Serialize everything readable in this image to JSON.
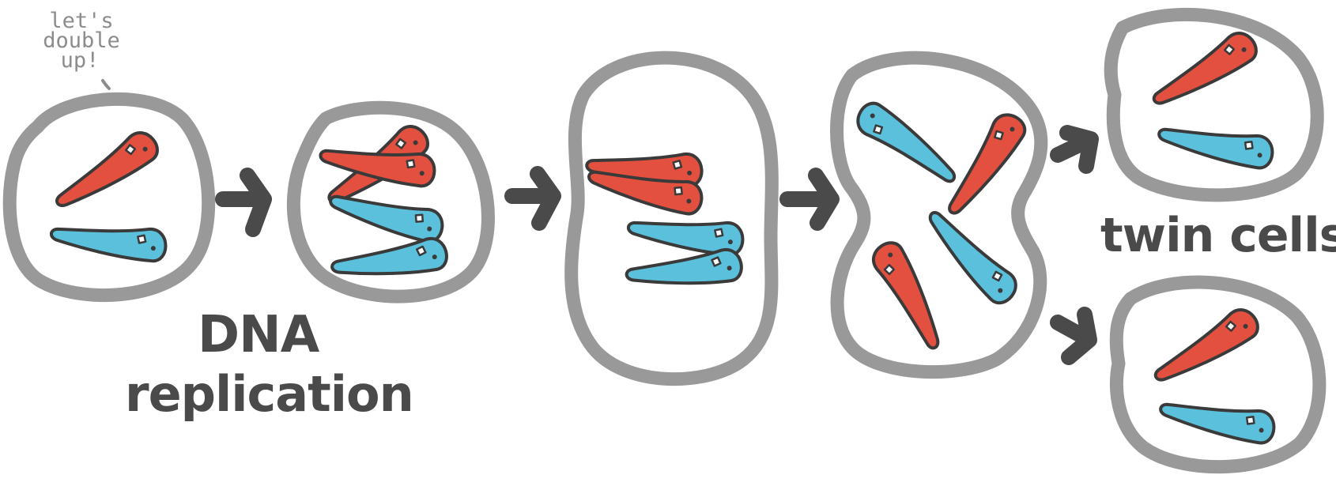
{
  "speech_bubble": {
    "line1": "let's",
    "line2": "double",
    "line3": "up!"
  },
  "labels": {
    "dna_line1": "DNA",
    "dna_line2": "replication",
    "twin_cells": "twin cells"
  },
  "stages": [
    "cell-original",
    "cell-replicated",
    "cell-elongated",
    "cell-dividing",
    "twin-cell-top",
    "twin-cell-bottom"
  ],
  "colors": {
    "membrane": "#999999",
    "red_chromosome": "#e3503f",
    "blue_chromosome": "#5bc0dc",
    "outline": "#3a3a3a",
    "arrow": "#4a4a4a",
    "label": "#4a4a4a",
    "speech_text": "#8c8c8c"
  }
}
